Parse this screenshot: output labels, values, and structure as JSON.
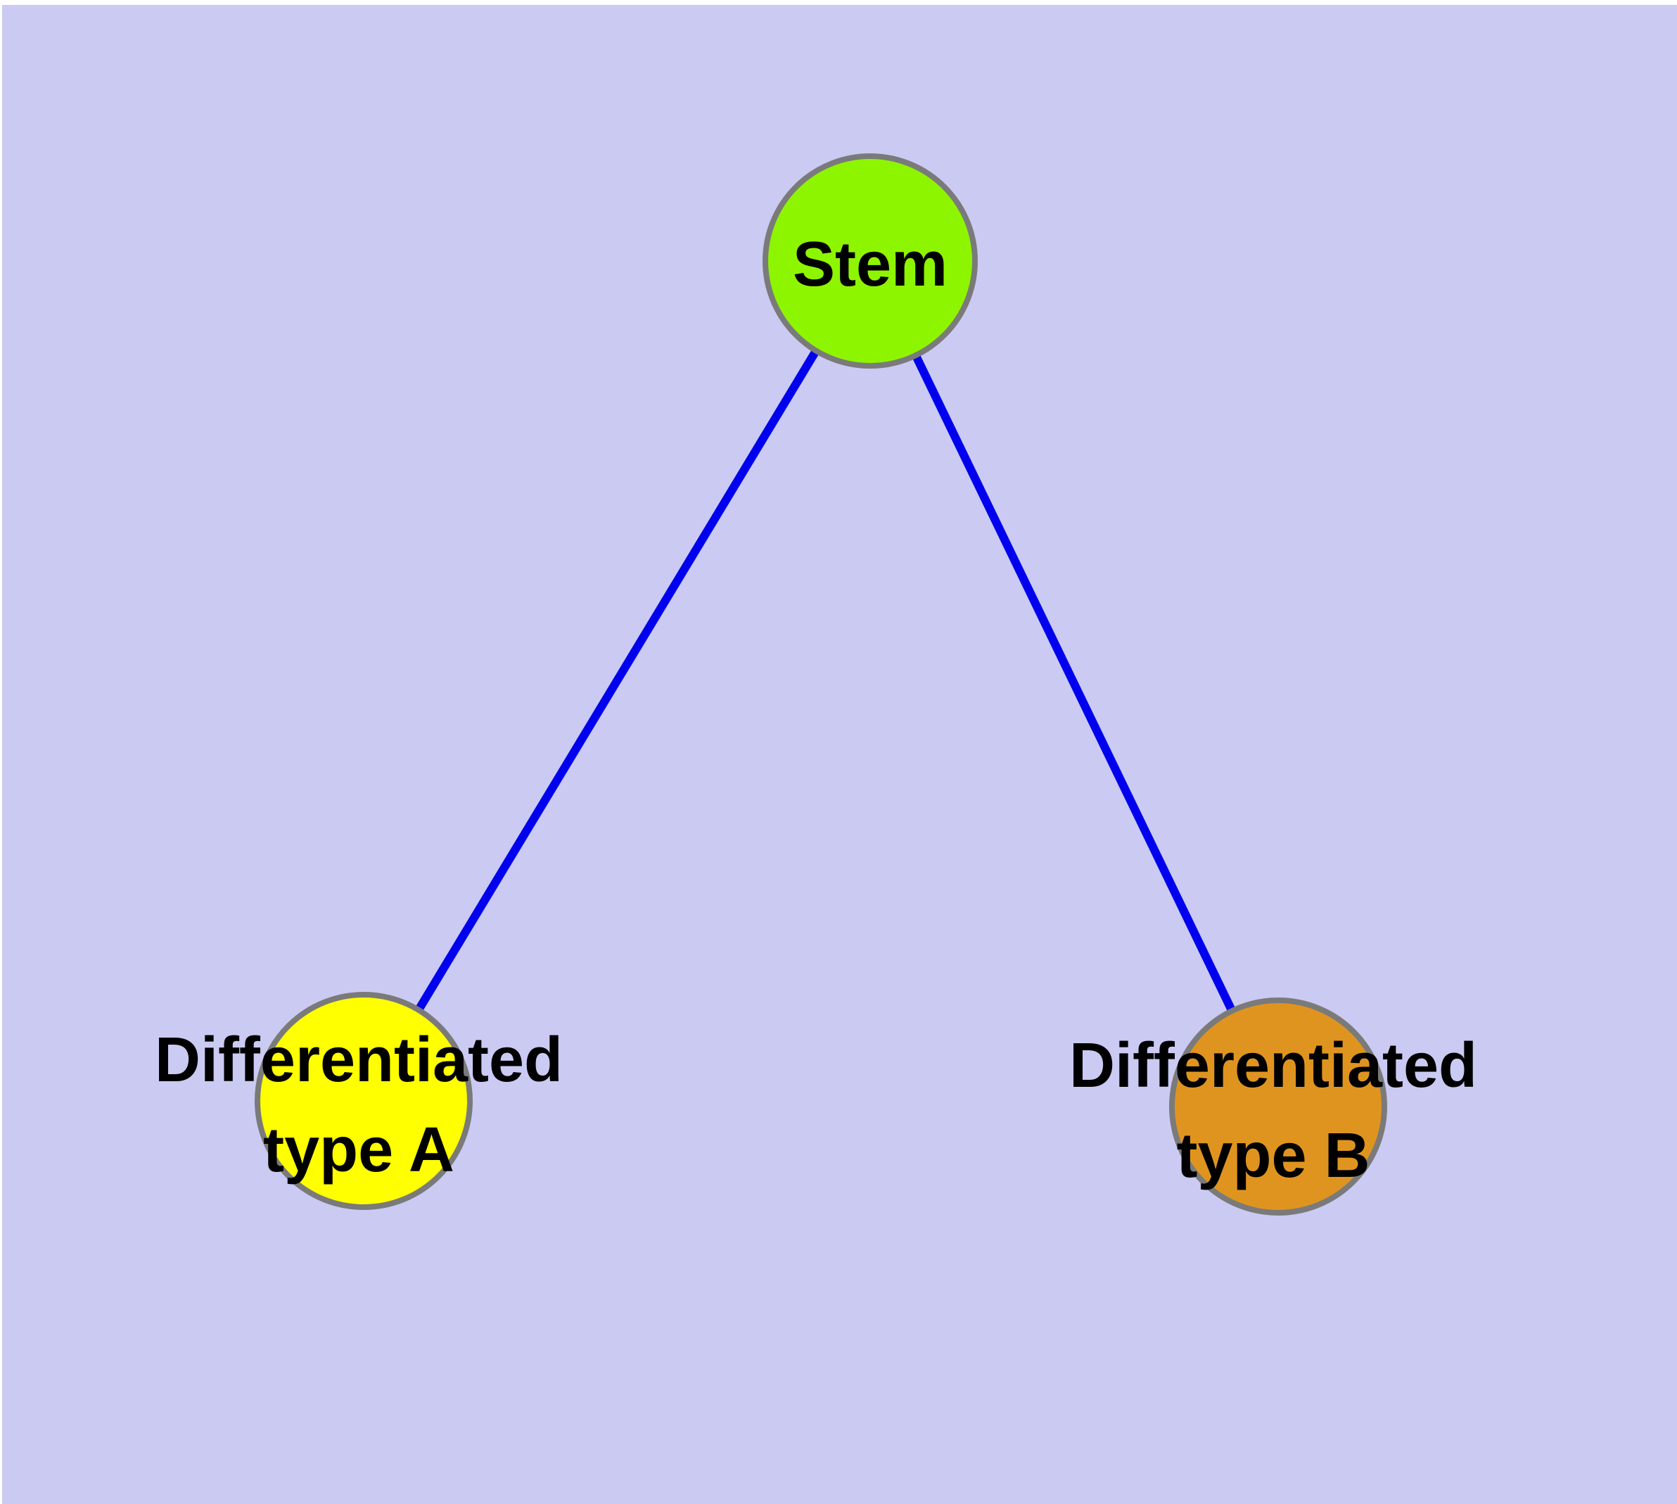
{
  "canvas": {
    "frame_color": "#ffffff",
    "background_color": "#cacaf3"
  },
  "graph": {
    "edge_color": "#0000ee",
    "node_border_color": "#7a7a7a",
    "label_color": "#000000",
    "nodes": {
      "stem": {
        "label": "Stem",
        "fill": "#8ef500"
      },
      "type_a": {
        "label_line1": "Differentiated",
        "label_line2": "type A",
        "fill": "#ffff00"
      },
      "type_b": {
        "label_line1": "Differentiated",
        "label_line2": "type B",
        "fill": "#e09420"
      }
    },
    "edges": [
      {
        "from": "stem",
        "to": "type_a"
      },
      {
        "from": "stem",
        "to": "type_b"
      }
    ]
  }
}
